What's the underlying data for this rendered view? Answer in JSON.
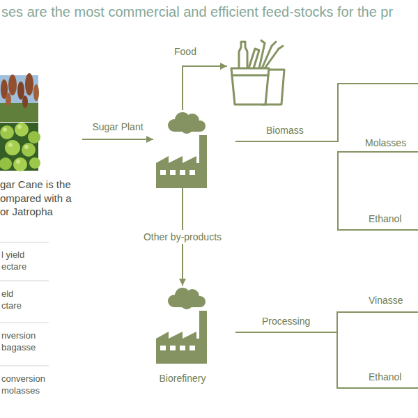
{
  "diagram": {
    "title": "ses are the most commercial and efficient feed-stocks for the pr",
    "nodes": [
      {
        "text": [
          "gar Cane is the ompared with a or Jatropha"
        ]
      },
      {
        "text": []
      },
      {
        "text": []
      },
      {
        "text": [
          "Biorefinery"
        ]
      }
    ],
    "edges": [
      {
        "from": 0,
        "to": 1,
        "label": "Sugar Plant",
        "arrow": "to"
      },
      {
        "from": 1,
        "to": 2,
        "label": "Food",
        "arrow": "to"
      },
      {
        "from": 1,
        "to": 3,
        "label": "Other by-products",
        "arrow": "to"
      }
    ],
    "labels": [
      "Biomass",
      "Molasses",
      "Ethanol",
      "Processing",
      "Vinasse",
      "Ethanol",
      "l yield ectare",
      "eld ctare",
      "nversion bagasse",
      "conversion molasses"
    ]
  }
}
